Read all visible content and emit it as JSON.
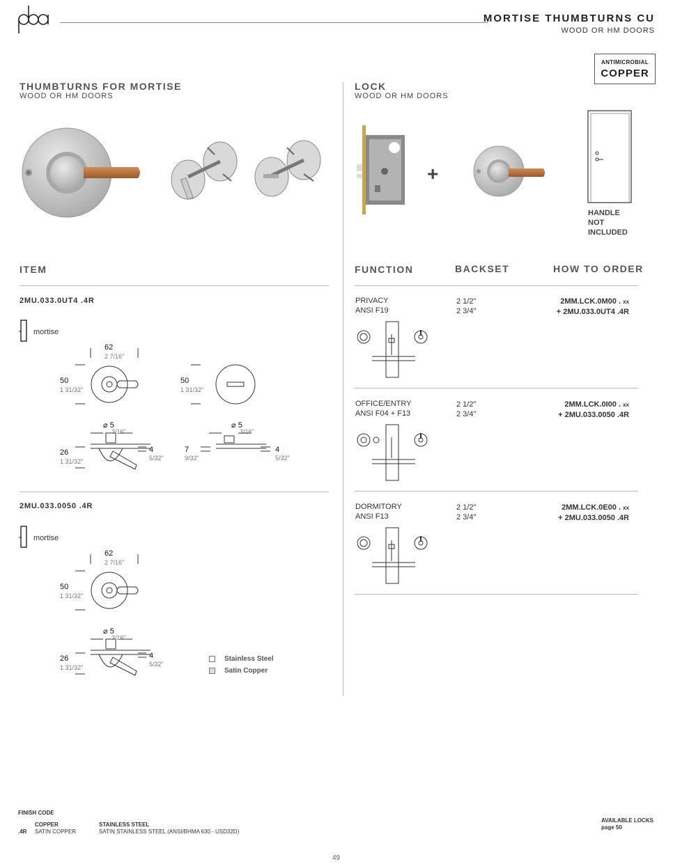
{
  "header": {
    "logo_text": "pba",
    "title": "MORTISE THUMBTURNS CU",
    "subtitle": "WOOD OR HM DOORS",
    "badge_top": "ANTIMICROBIAL",
    "badge_bottom": "COPPER"
  },
  "left_section": {
    "title": "THUMBTURNS FOR MORTISE",
    "subtitle": "WOOD OR HM DOORS"
  },
  "right_section": {
    "title": "LOCK",
    "subtitle": "WOOD OR HM DOORS",
    "plus": "+",
    "door_note": [
      "HANDLE",
      "NOT",
      "INCLUDED"
    ]
  },
  "columns": {
    "item": "ITEM",
    "function": "FUNCTION",
    "backset": "BACKSET",
    "how_to_order": "HOW TO ORDER"
  },
  "items": [
    {
      "code": "2MU.033.0UT4 .4R",
      "mount": "mortise",
      "dims": {
        "width": "62",
        "width_in": "2 7/16\"",
        "height": "50",
        "height_in": "1 31/32\"",
        "height2": "50",
        "height2_in": "1 31/32\"",
        "spindle": "5",
        "spindle_in": "3/16\"",
        "spindle2": "5",
        "spindle2_in": "3/16\"",
        "depth": "26",
        "depth_in": "1 31/32\"",
        "thick": "4",
        "thick_in": "5/32\"",
        "depth2": "7",
        "depth2_in": "9/32\"",
        "thick2": "4",
        "thick2_in": "5/32\""
      }
    },
    {
      "code": "2MU.033.0050 .4R",
      "mount": "mortise",
      "dims": {
        "width": "62",
        "width_in": "2 7/16\"",
        "height": "50",
        "height_in": "1 31/32\"",
        "spindle": "5",
        "spindle_in": "3/16\"",
        "depth": "26",
        "depth_in": "1 31/32\"",
        "thick": "4",
        "thick_in": "5/32\""
      }
    }
  ],
  "functions": [
    {
      "name": "PRIVACY",
      "ansi": "ANSI F19",
      "backset1": "2 1/2\"",
      "backset2": "2 3/4\"",
      "order1": "2MM.LCK.0M00 .",
      "order1_xx": "xx",
      "order2": "+ 2MU.033.0UT4 .4R"
    },
    {
      "name": "OFFICE/ENTRY",
      "ansi": "ANSI F04 + F13",
      "backset1": "2 1/2\"",
      "backset2": "2 3/4\"",
      "order1": "2MM.LCK.0I00 .",
      "order1_xx": "xx",
      "order2": "+ 2MU.033.0050 .4R"
    },
    {
      "name": "DORMITORY",
      "ansi": "ANSI F13",
      "backset1": "2 1/2\"",
      "backset2": "2 3/4\"",
      "order1": "2MM.LCK.0E00 .",
      "order1_xx": "xx",
      "order2": "+ 2MU.033.0050 .4R"
    }
  ],
  "legend": [
    {
      "label": "Stainless Steel"
    },
    {
      "label": "Satin Copper"
    }
  ],
  "footer": {
    "finish_code": "FINISH CODE",
    "code": ".4R",
    "copper_head": "COPPER",
    "copper_val": "SATIN COPPER",
    "ss_head": "STAINLESS STEEL",
    "ss_val": "SATIN STAINLESS STEEL (ANSI/BHMA 630 - USD32D)",
    "avail": "AVAILABLE LOCKS",
    "page_ref": "page 50",
    "page_number": "49"
  },
  "colors": {
    "wood": "#b8703e",
    "steel": "#c8c8c8",
    "text": "#222222"
  }
}
